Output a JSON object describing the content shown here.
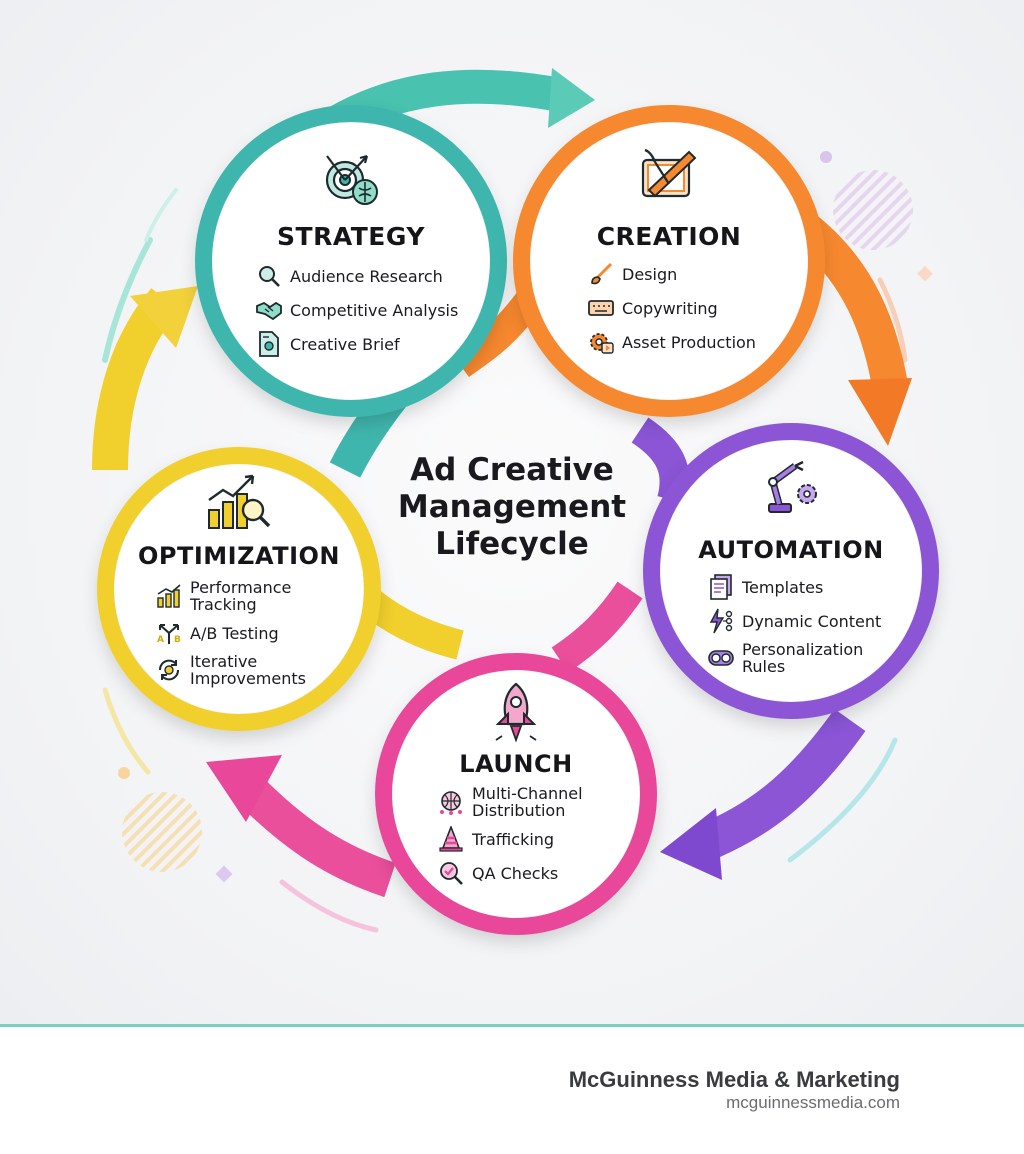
{
  "title": "Ad Creative\nManagement\nLifecycle",
  "colors": {
    "strategy": "#3fb6ad",
    "creation": "#f6882f",
    "automation": "#8b55d6",
    "launch": "#e8479a",
    "optimization": "#f1cf2c",
    "footer_rule": "#7ccfc0"
  },
  "stages": {
    "strategy": {
      "title": "STRATEGY",
      "icon": "target-brain-icon",
      "items": [
        {
          "label": "Audience Research",
          "icon": "magnifier-icon"
        },
        {
          "label": "Competitive Analysis",
          "icon": "handshake-icon"
        },
        {
          "label": "Creative Brief",
          "icon": "document-bulb-icon"
        }
      ]
    },
    "creation": {
      "title": "CREATION",
      "icon": "easel-brush-pencil-icon",
      "items": [
        {
          "label": "Design",
          "icon": "paintbrush-icon"
        },
        {
          "label": "Copywriting",
          "icon": "keyboard-icon"
        },
        {
          "label": "Asset Production",
          "icon": "gear-play-icon"
        }
      ]
    },
    "automation": {
      "title": "AUTOMATION",
      "icon": "robot-arm-gear-icon",
      "items": [
        {
          "label": "Templates",
          "icon": "stacked-pages-icon"
        },
        {
          "label": "Dynamic Content",
          "icon": "bolt-nodes-icon"
        },
        {
          "label": "Personalization\nRules",
          "icon": "toggle-user-icon"
        }
      ]
    },
    "launch": {
      "title": "LAUNCH",
      "icon": "rocket-icon",
      "items": [
        {
          "label": "Multi-Channel\nDistribution",
          "icon": "globe-network-icon"
        },
        {
          "label": "Trafficking",
          "icon": "traffic-cone-icon"
        },
        {
          "label": "QA Checks",
          "icon": "magnifier-check-icon"
        }
      ]
    },
    "optimization": {
      "title": "OPTIMIZATION",
      "icon": "bar-chart-magnifier-icon",
      "items": [
        {
          "label": "Performance\nTracking",
          "icon": "bar-chart-icon"
        },
        {
          "label": "A/B Testing",
          "icon": "ab-split-icon"
        },
        {
          "label": "Iterative\nImprovements",
          "icon": "cycle-gear-icon"
        }
      ]
    }
  },
  "footer": {
    "brand": "McGuinness Media & Marketing",
    "url": "mcguinnessmedia.com"
  }
}
